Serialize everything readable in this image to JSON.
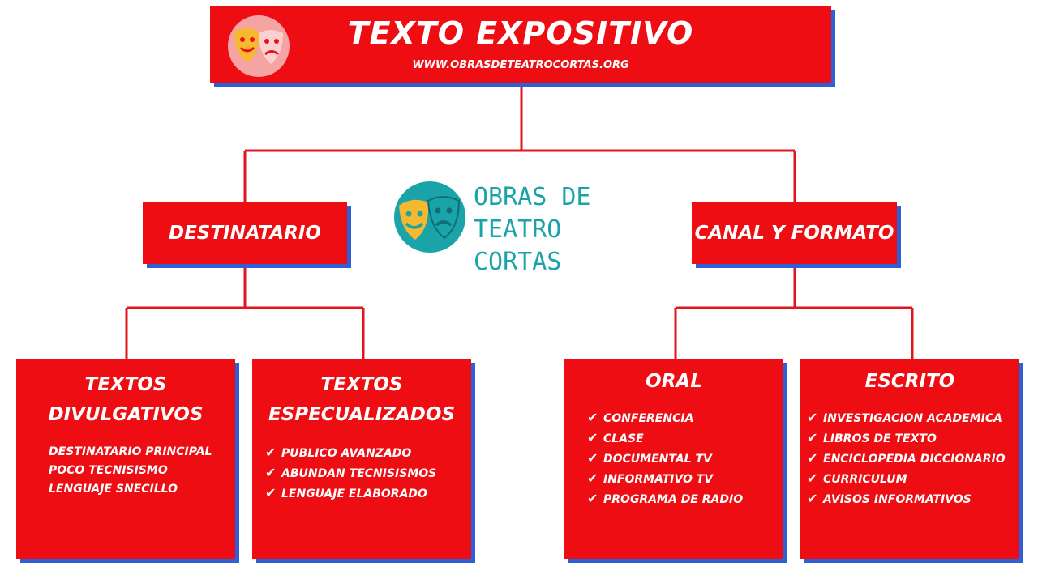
{
  "header": {
    "title": "TEXTO EXPOSITIVO",
    "url": "WWW.OBRASDETEATROCORTAS.ORG"
  },
  "logo": {
    "line1": "OBRAS DE",
    "line2": "TEATRO CORTAS"
  },
  "branches": {
    "left": {
      "label": "DESTINATARIO"
    },
    "right": {
      "label": "CANAL Y FORMATO"
    }
  },
  "leaves": {
    "divulgativos": {
      "title_line1": "TEXTOS",
      "title_line2": "DIVULGATIVOS",
      "items": [
        "DESTINATARIO PRINCIPAL",
        "POCO TECNISISMO",
        "LENGUAJE SNECILLO"
      ]
    },
    "especializados": {
      "title_line1": "TEXTOS",
      "title_line2": "ESPECUALIZADOS",
      "items": [
        "PUBLICO AVANZADO",
        "ABUNDAN TECNISISMOS",
        "LENGUAJE ELABORADO"
      ]
    },
    "oral": {
      "title": "ORAL",
      "items": [
        "CONFERENCIA",
        "CLASE",
        "DOCUMENTAL TV",
        "INFORMATIVO TV",
        "PROGRAMA DE RADIO"
      ]
    },
    "escrito": {
      "title": "ESCRITO",
      "items": [
        "INVESTIGACION ACADEMICA",
        "LIBROS DE TEXTO",
        "ENCICLOPEDIA DICCIONARIO",
        "CURRICULUM",
        "AVISOS INFORMATIVOS"
      ]
    }
  },
  "colors": {
    "box_fill": "#ee0d12",
    "box_shadow": "#2f5fd6",
    "connector": "#e0161c",
    "logo_teal": "#1aa3a8",
    "mask_yellow": "#f5b82e"
  },
  "icons": [
    "theater-masks-icon",
    "check-icon"
  ]
}
